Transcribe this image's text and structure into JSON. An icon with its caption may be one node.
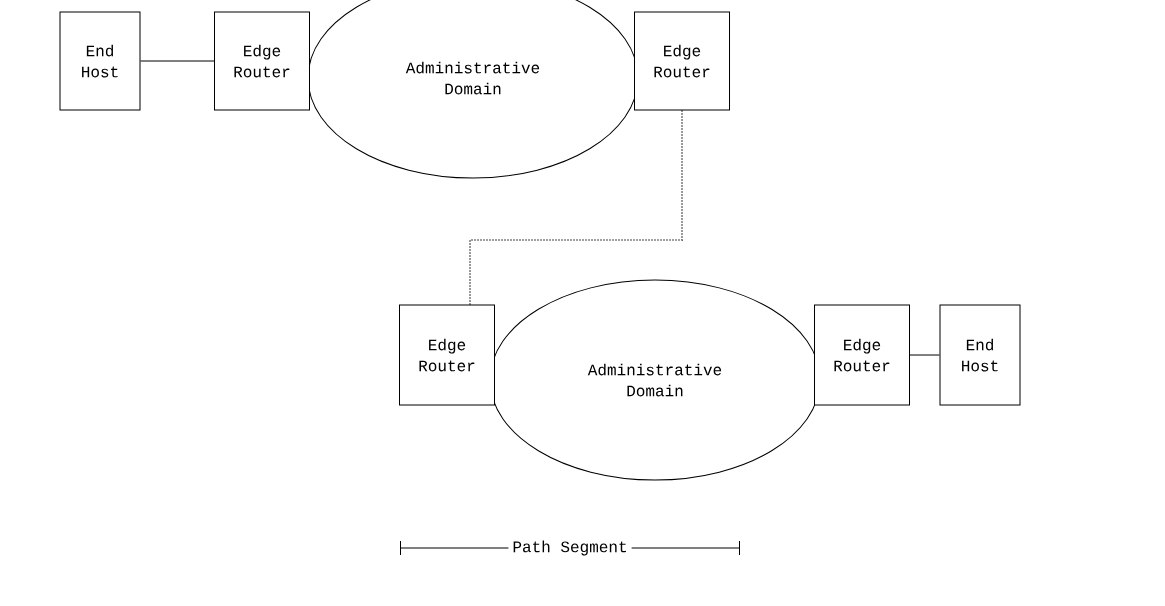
{
  "diagram": {
    "nodes": [
      {
        "text": [
          "End Host"
        ]
      },
      {
        "text": [
          "Edge Router"
        ]
      },
      {
        "text": [
          "Administrative Domain"
        ]
      },
      {
        "text": [
          "Edge Router"
        ]
      },
      {
        "text": [
          "Edge Router"
        ]
      },
      {
        "text": [
          "Administrative Domain"
        ]
      },
      {
        "text": [
          "Edge Router"
        ]
      },
      {
        "text": [
          "End Host"
        ]
      }
    ],
    "edges": [
      {
        "from": 0,
        "to": 1,
        "arrow": "none"
      },
      {
        "from": 3,
        "to": 4,
        "arrow": "none",
        "style": "dashed"
      },
      {
        "from": 6,
        "to": 7,
        "arrow": "none"
      }
    ],
    "labels": [
      "Path Segment"
    ]
  }
}
